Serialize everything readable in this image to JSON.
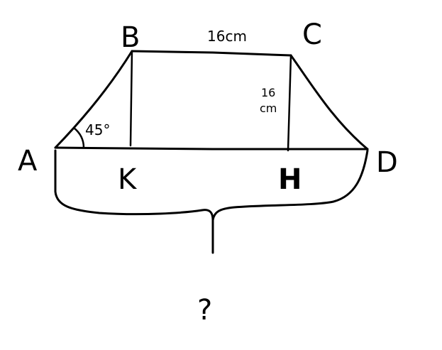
{
  "points": {
    "A": "A",
    "B": "B",
    "C": "C",
    "D": "D",
    "K": "K",
    "H": "H"
  },
  "measurements": {
    "bc_length": "16cm",
    "height_top": "16",
    "height_unit": "cm",
    "angle_a": "45°"
  },
  "question": "?",
  "colors": {
    "ink": "#000000",
    "background": "#ffffff"
  }
}
